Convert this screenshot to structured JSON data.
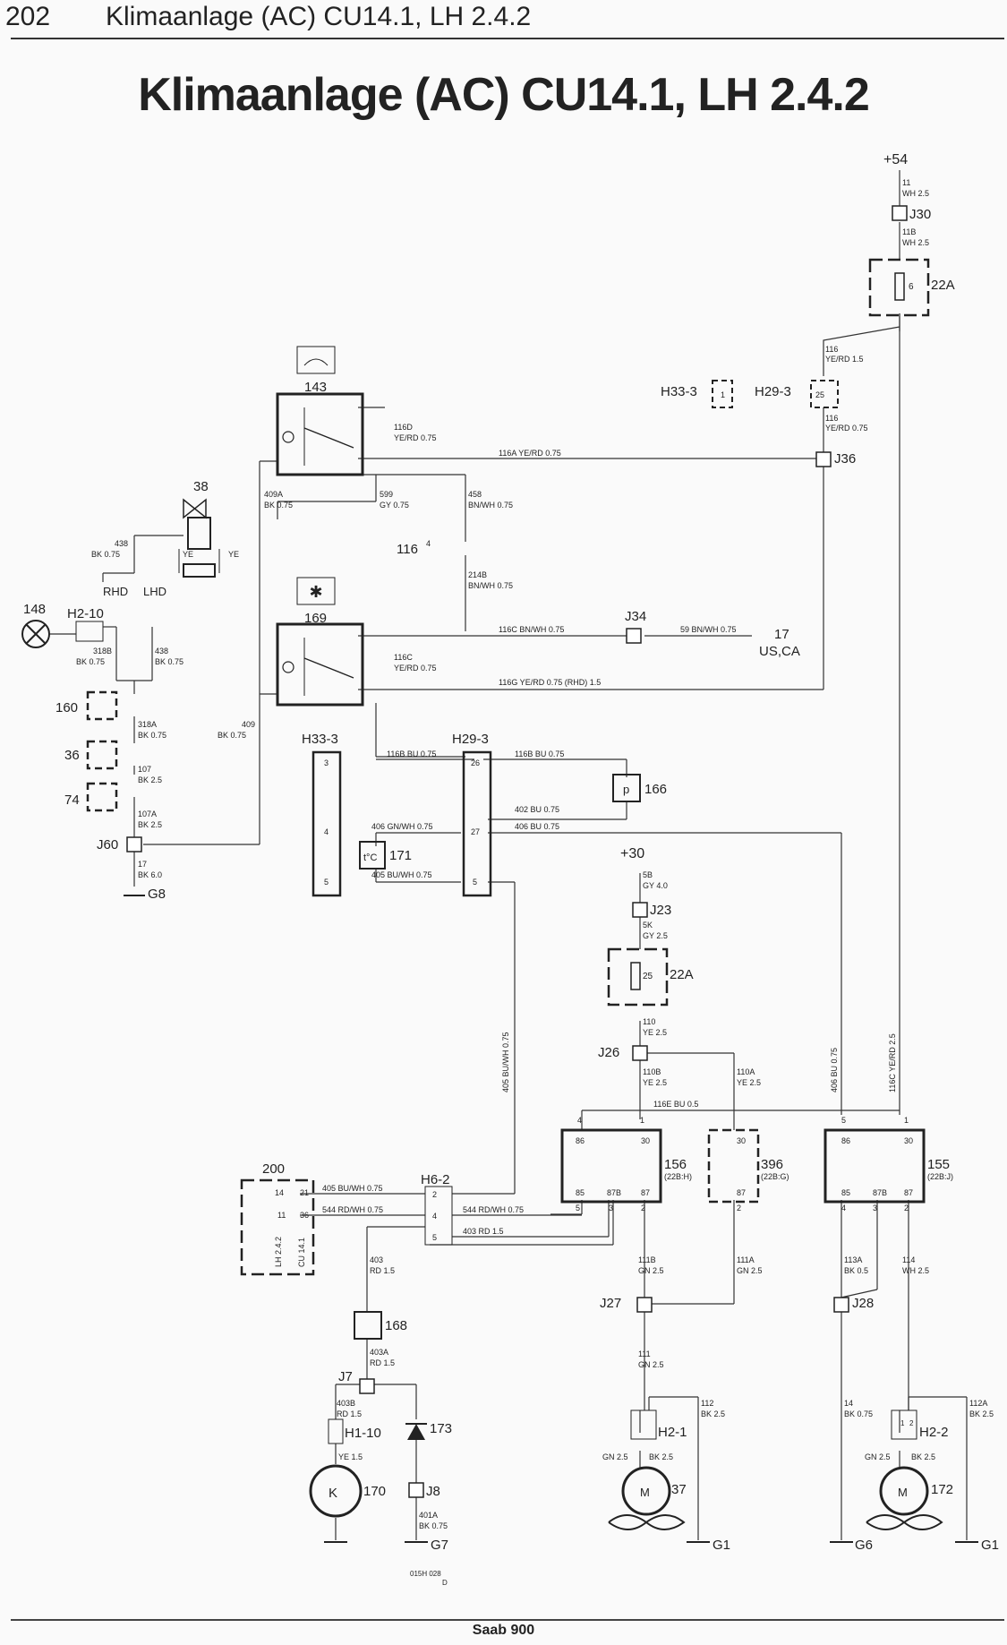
{
  "header": {
    "page_number": "202",
    "running_title": "Klimaanlage (AC) CU14.1, LH 2.4.2"
  },
  "title": "Klimaanlage (AC) CU14.1, LH 2.4.2",
  "footer": "Saab 900",
  "drawing_code": [
    "015H 028",
    "D"
  ],
  "labels": {
    "p54": "+54",
    "p30": "+30",
    "w11": "11",
    "w11s": "WH 2.5",
    "j30": "J30",
    "w11b": "11B",
    "w11bs": "WH 2.5",
    "f6": "6",
    "f22a_top": "22A",
    "w116": "116",
    "w116s": "YE/RD 1.5",
    "h33_3a": "H33-3",
    "h29_3a": "H29-3",
    "pin1": "1",
    "pin25": "25",
    "w116b": "116",
    "w116bs": "YE/RD 0.75",
    "j36": "J36",
    "r143": "143",
    "r169": "169",
    "w116d": "116D",
    "w116ds": "YE/RD 0.75",
    "w116a": "116A  YE/RD 0.75",
    "w409a": "409A",
    "w409as": "BK 0.75",
    "w599": "599",
    "w599s": "GY 0.75",
    "w458": "458",
    "w458s": "BN/WH 0.75",
    "c38": "38",
    "ye1": "YE",
    "ye2": "YE",
    "w438a": "438",
    "w438as": "BK 0.75",
    "s116": "116",
    "s4": "4",
    "w214b": "214B",
    "w214bs": "BN/WH 0.75",
    "rhd": "RHD",
    "lhd": "LHD",
    "c148": "148",
    "h2_10": "H2-10",
    "w318b": "318B",
    "w318bs": "BK 0.75",
    "w438b": "438",
    "w438bs": "BK 0.75",
    "w116c_t": "116C  BN/WH 0.75",
    "j34": "J34",
    "w59": "59  BN/WH 0.75",
    "c17": "17",
    "usca": "US,CA",
    "w116c": "116C",
    "w116cs": "YE/RD 0.75",
    "w116g": "116G  YE/RD 0.75 (RHD) 1.5",
    "c160": "160",
    "c36": "36",
    "c74": "74",
    "w318a": "318A",
    "w318as": "BK 0.75",
    "w409": "409",
    "w409s": "BK 0.75",
    "w107": "107",
    "w107s": "BK 2.5",
    "w107a": "107A",
    "w107as": "BK 2.5",
    "j60": "J60",
    "w17": "17",
    "w17s": "BK 6.0",
    "g8": "G8",
    "h33_3b": "H33-3",
    "h29_3b": "H29-3",
    "w116b_bu": "116B  BU 0.75",
    "w116b_bu2": "116B  BU 0.75",
    "c166": "166",
    "p": "p",
    "w402": "402  BU 0.75",
    "w406_gn": "406  GN/WH 0.75",
    "w406_bu": "406  BU 0.75",
    "c171": "171",
    "tc": "t°C",
    "w405_bu": "405  BU/WH 0.75",
    "n3": "3",
    "n4": "4",
    "n5": "5",
    "n26": "26",
    "n27": "27",
    "n5b": "5",
    "w5b": "5B",
    "w5bs": "GY 4.0",
    "j23": "J23",
    "w5k": "5K",
    "w5ks": "GY 2.5",
    "f25": "25",
    "f22a_mid": "22A",
    "w110": "110",
    "w110s": "YE 2.5",
    "j26": "J26",
    "w110b": "110B",
    "w110bs": "YE 2.5",
    "w110a": "110A",
    "w110as": "YE 2.5",
    "w116e": "116E  BU 0.5",
    "w405v": "405  BU/WH 0.75",
    "w406v": "406  BU 0.75",
    "w116cv": "116C  YE/RD 2.5",
    "c200": "200",
    "ecu_cu": "CU 14.1",
    "ecu_lh": "LH 2.4.2",
    "e14": "14",
    "e21": "21",
    "e11": "11",
    "e36": "36",
    "h6_2": "H6-2",
    "w405h": "405  BU/WH 0.75",
    "w544a": "544  RD/WH 0.75",
    "w544b": "544  RD/WH 0.75",
    "w403r": "403  RD 1.5",
    "hp2": "2",
    "hp4": "4",
    "hp5": "5",
    "r156": "156",
    "r156s": "(22B:H)",
    "r396": "396",
    "r396s": "(22B:G)",
    "r155": "155",
    "r155s": "(22B:J)",
    "t86": "86",
    "t30": "30",
    "t85": "85",
    "t87b": "87B",
    "t87": "87",
    "t30b": "30",
    "t87c": "87",
    "t85c": "85",
    "t86c": "86",
    "t87bc": "87B",
    "t87cc": "87",
    "t30c": "30",
    "pin4": "4",
    "pin1b": "1",
    "pin5": "5",
    "pin3": "3",
    "pin2": "2",
    "pin1c": "1",
    "pin2b": "2",
    "pin5b": "5",
    "pin4b": "4",
    "pin3b": "3",
    "pin2c": "2",
    "w403": "403",
    "w403s": "RD 1.5",
    "c168": "168",
    "w403a": "403A",
    "w403as": "RD 1.5",
    "j7": "J7",
    "w403b": "403B",
    "w403bs": "RD 1.5",
    "h1_10": "H1-10",
    "ye15": "YE 1.5",
    "c173": "173",
    "c170": "170",
    "k": "K",
    "j8": "J8",
    "w401a": "401A",
    "w401as": "BK 0.75",
    "g7": "G7",
    "w111b": "111B",
    "w111bs": "GN 2.5",
    "w111a": "111A",
    "w111as": "GN 2.5",
    "j27": "J27",
    "w111": "111",
    "w111s": "GN 2.5",
    "w112": "112",
    "w112s": "BK 2.5",
    "h2_1": "H2-1",
    "gn25a": "GN 2.5",
    "bk25a": "BK 2.5",
    "c37": "37",
    "m1": "M",
    "g1a": "G1",
    "w113a": "113A",
    "w113as": "BK 0.5",
    "w114": "114",
    "w114s": "WH 2.5",
    "j28": "J28",
    "w14": "14",
    "w14s": "BK 0.75",
    "w112a": "112A",
    "w112as": "BK 2.5",
    "h2_2": "H2-2",
    "gn25b": "GN 2.5",
    "bk25b": "BK 2.5",
    "c172": "172",
    "m2": "M",
    "g6": "G6",
    "g1b": "G1",
    "hp1": "1",
    "hp2b": "2"
  }
}
